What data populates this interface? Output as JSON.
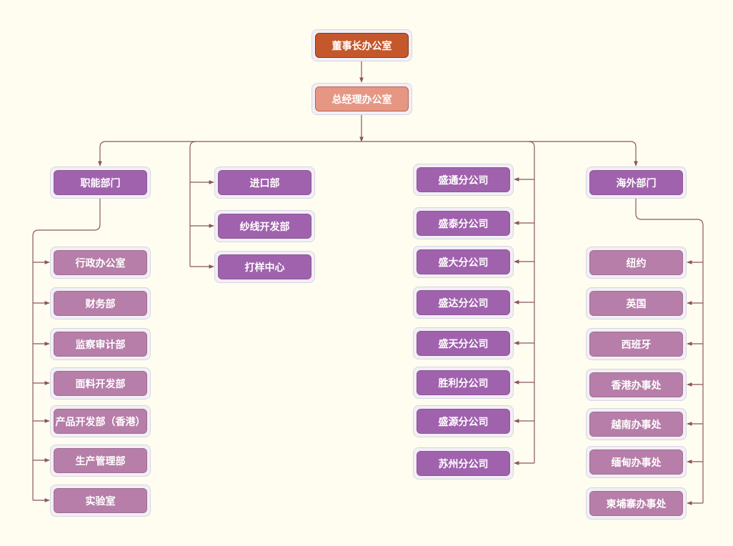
{
  "root": "董事长办公室",
  "gm": "总经理办公室",
  "functional": {
    "title": "职能部门",
    "items": [
      "行政办公室",
      "财务部",
      "监察审计部",
      "面料开发部",
      "产品开发部（香港）",
      "生产管理部",
      "实验室"
    ]
  },
  "import_dept": "进口部",
  "yarn_dept": "纱线开发部",
  "sample_center": "打样中心",
  "branches": [
    "盛通分公司",
    "盛泰分公司",
    "盛大分公司",
    "盛达分公司",
    "盛天分公司",
    "胜利分公司",
    "盛源分公司",
    "苏州分公司"
  ],
  "overseas": {
    "title": "海外部门",
    "items": [
      "纽约",
      "英国",
      "西班牙",
      "香港办事处",
      "越南办事处",
      "缅甸办事处",
      "柬埔寨办事处"
    ]
  },
  "colors": {
    "chairman": "#c4582c",
    "general_manager": "#e69783",
    "department": "#a062ad",
    "sub_department": "#b67ea8",
    "connector": "#8a5560"
  }
}
